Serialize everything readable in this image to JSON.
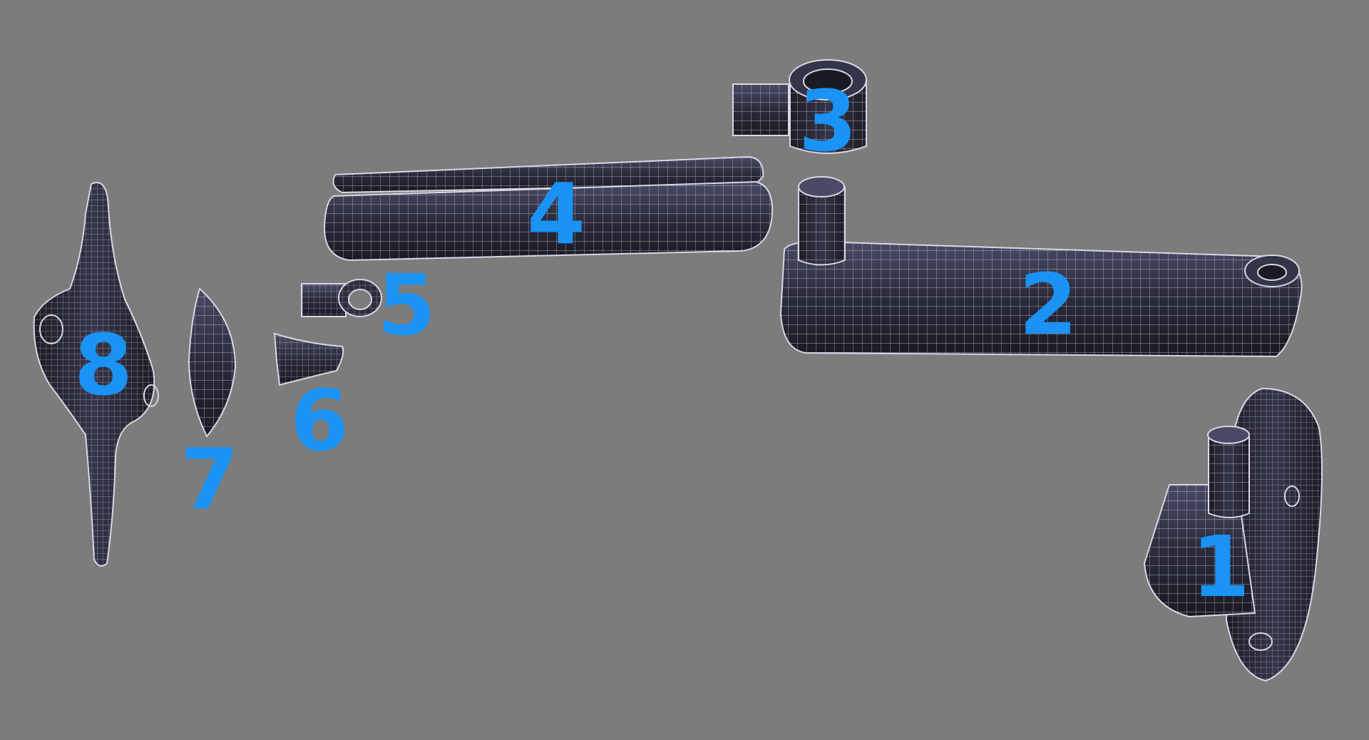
{
  "colors": {
    "background": "#7c7c7c",
    "label": "#1a93f5",
    "mesh_fill": "#2d2d3c",
    "mesh_wire": "#cfd2dc"
  },
  "parts": [
    {
      "label": "1"
    },
    {
      "label": "2"
    },
    {
      "label": "3"
    },
    {
      "label": "4"
    },
    {
      "label": "5"
    },
    {
      "label": "6"
    },
    {
      "label": "7"
    },
    {
      "label": "8"
    }
  ]
}
